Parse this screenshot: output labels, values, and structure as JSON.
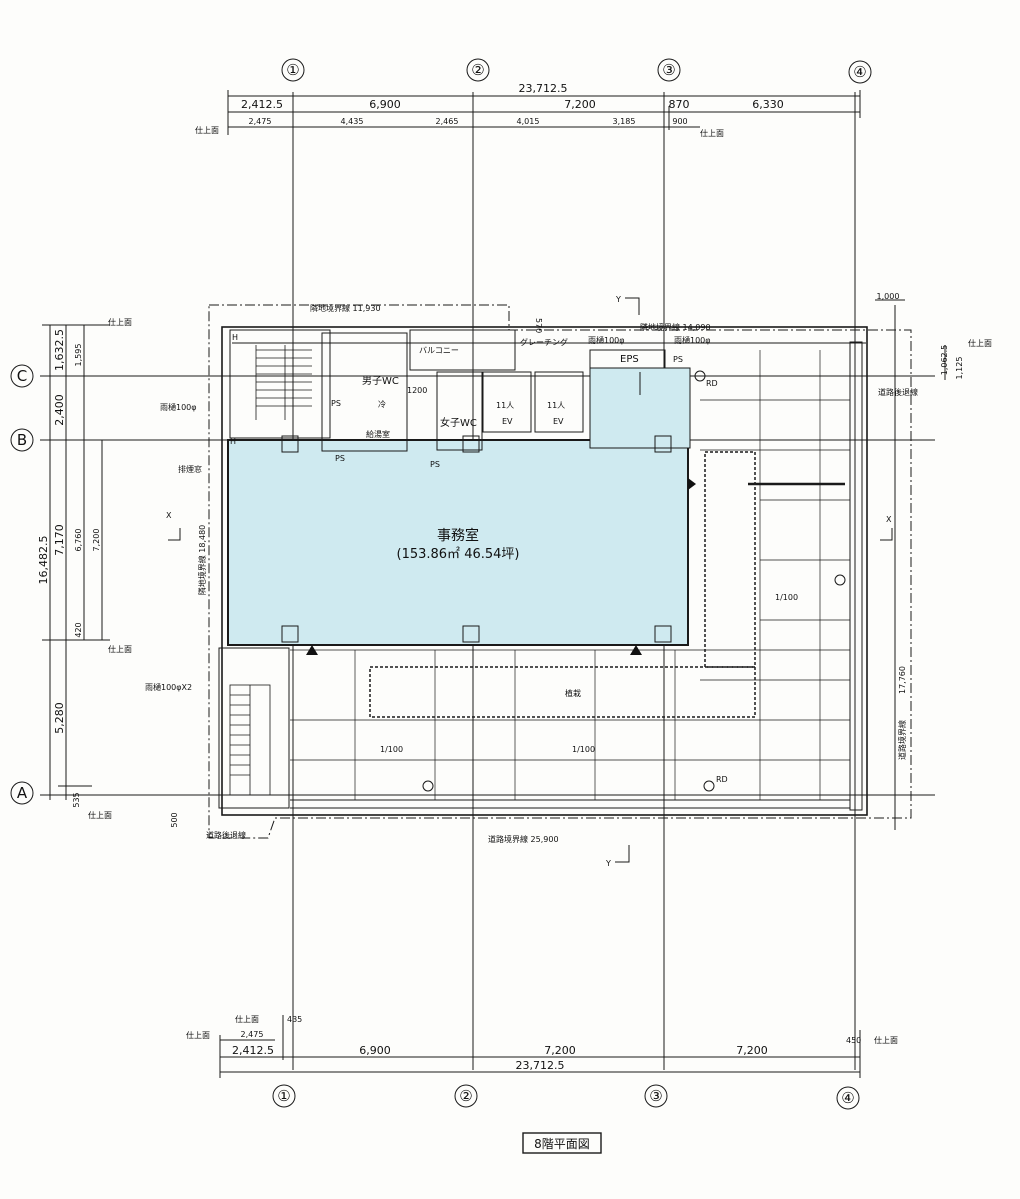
{
  "drawing_title": "8階平面図",
  "grid_columns": [
    "①",
    "②",
    "③",
    "④"
  ],
  "grid_rows": [
    "C",
    "B",
    "A"
  ],
  "top_dims": {
    "overall": "23,712.5",
    "row1": [
      "2,412.5",
      "6,900",
      "7,200",
      "870",
      "6,330"
    ],
    "row2": [
      "2,475",
      "4,435",
      "2,465",
      "4,015",
      "3,185",
      "900"
    ]
  },
  "bottom_dims": {
    "overall": "23,712.5",
    "row1": [
      "2,412.5",
      "6,900",
      "7,200",
      "7,200"
    ],
    "small_435": "435",
    "small_2475": "2,475",
    "small_450": "450"
  },
  "left_dims": {
    "overall": "16,482.5",
    "inner": [
      "1,632.5",
      "2,400",
      "7,170",
      "5,280",
      "535"
    ],
    "col2": [
      "1,595",
      "6,760",
      "420"
    ],
    "col3": "7,200",
    "v500": "500"
  },
  "right_dims": {
    "d1000": "1,000",
    "d1062": "1,062.5",
    "d1125": "1,125",
    "d17760": "17,760"
  },
  "finish_mark": "仕上面",
  "office": {
    "name": "事務室",
    "area": "(153.86㎡  46.54坪)"
  },
  "rooms": {
    "men_wc": "男子WC",
    "women_wc": "女子WC",
    "ev1": "11人",
    "ev2": "11人",
    "ev": "EV",
    "eps": "EPS",
    "ps": "PS",
    "balcony": "バルコニー",
    "grating": "グレーチング",
    "hot_water": "給湯室",
    "d1200": "1200",
    "h": "H",
    "rd": "RD",
    "rain_wall": "雨樋100φ",
    "rain_top": "雨樋100φ",
    "rain_top2": "雨樋100φ",
    "rain_x2": "雨樋100φX2",
    "planting": "植栽",
    "slope": "1/100",
    "cold": "冷"
  },
  "boundary": {
    "north": "隣地境界線  11,930",
    "north2": "隣地境界線  14,090",
    "south": "道路境界線  25,900",
    "west": "隣地境界線  18,480",
    "east": "道路境界線",
    "road_line": "道路後退線",
    "exhaust": "排煙窓",
    "d570": "570"
  },
  "axes": {
    "x": "X",
    "y": "Y"
  },
  "colors": {
    "office_fill": "#cfeaf0",
    "line": "#1a1a1a"
  }
}
